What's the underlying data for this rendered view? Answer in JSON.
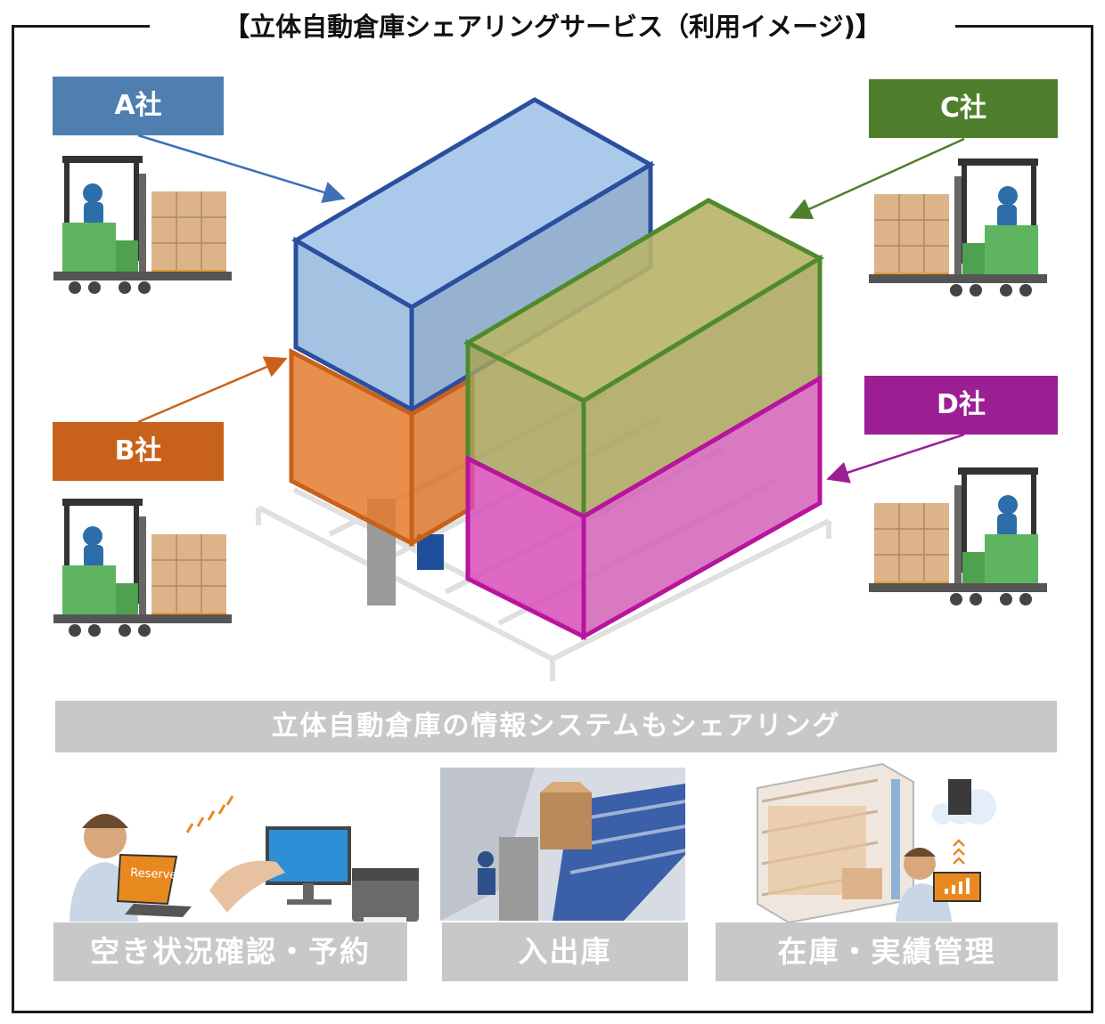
{
  "title": "【立体自動倉庫シェアリングサービス（利用イメージ)】",
  "companies": [
    {
      "label": "A社",
      "color": "#4f7fb0"
    },
    {
      "label": "B社",
      "color": "#c8611a"
    },
    {
      "label": "C社",
      "color": "#4f7f2c"
    },
    {
      "label": "D社",
      "color": "#9b1f93"
    }
  ],
  "banner": "立体自動倉庫の情報システムもシェアリング",
  "services": [
    {
      "label": "空き状況確認・予約",
      "screen_text": "Reserve"
    },
    {
      "label": "入出庫"
    },
    {
      "label": "在庫・実績管理"
    }
  ]
}
